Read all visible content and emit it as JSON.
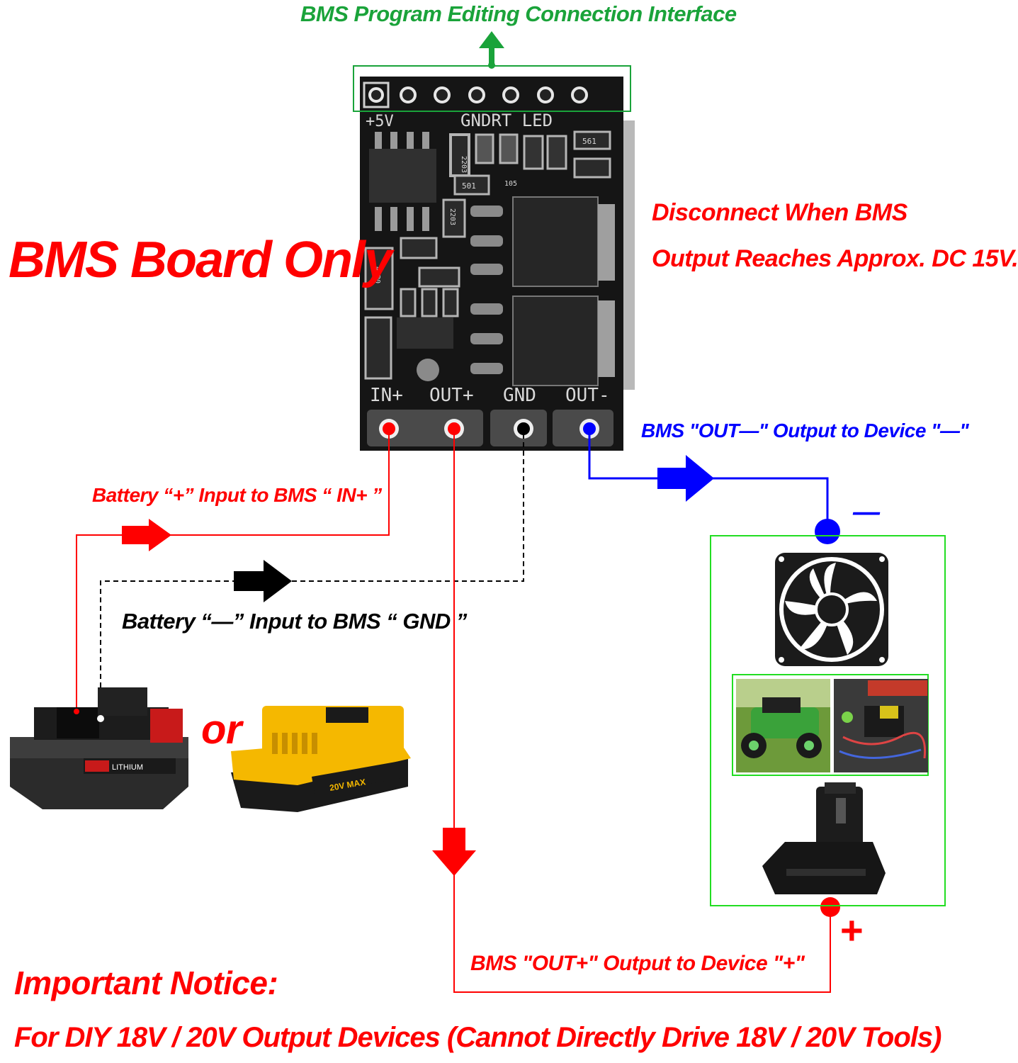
{
  "header": {
    "program_interface_label": "BMS Program Editing Connection Interface"
  },
  "board": {
    "title": "BMS Board Only",
    "top_silkscreen": [
      "+5V",
      "GNDRT LED"
    ],
    "pin_labels": [
      "IN+",
      "OUT+",
      "GND",
      "OUT-"
    ],
    "component_marks": [
      "561",
      "2203",
      "105",
      "501",
      "2203",
      "47R0"
    ]
  },
  "notes": {
    "disconnect_line1": "Disconnect When BMS",
    "disconnect_line2": "Output Reaches Approx. DC 15V."
  },
  "wiring": {
    "out_minus_label": "BMS \"OUT—\" Output to Device \"—\"",
    "battery_plus_label": "Battery “+” Input to BMS “ IN+ ”",
    "battery_minus_label": "Battery “—” Input to BMS “ GND ”",
    "out_plus_label": "BMS \"OUT+\" Output to Device \"+\"",
    "device_minus_symbol": "—",
    "device_plus_symbol": "+",
    "battery_or": "or"
  },
  "batteries": [
    {
      "brand_text": "LITHIUM",
      "color": "#2b2b2b"
    },
    {
      "brand_text": "20V MAX",
      "color": "#f5b800"
    }
  ],
  "footer": {
    "notice_title": "Important Notice:",
    "notice_text": "For DIY 18V / 20V Output Devices (Cannot Directly Drive 18V / 20V Tools)"
  },
  "colors": {
    "green": "#1aa33a",
    "red": "#ff0000",
    "blue": "#0000ff",
    "black": "#000000",
    "device_box": "#22dd22"
  }
}
